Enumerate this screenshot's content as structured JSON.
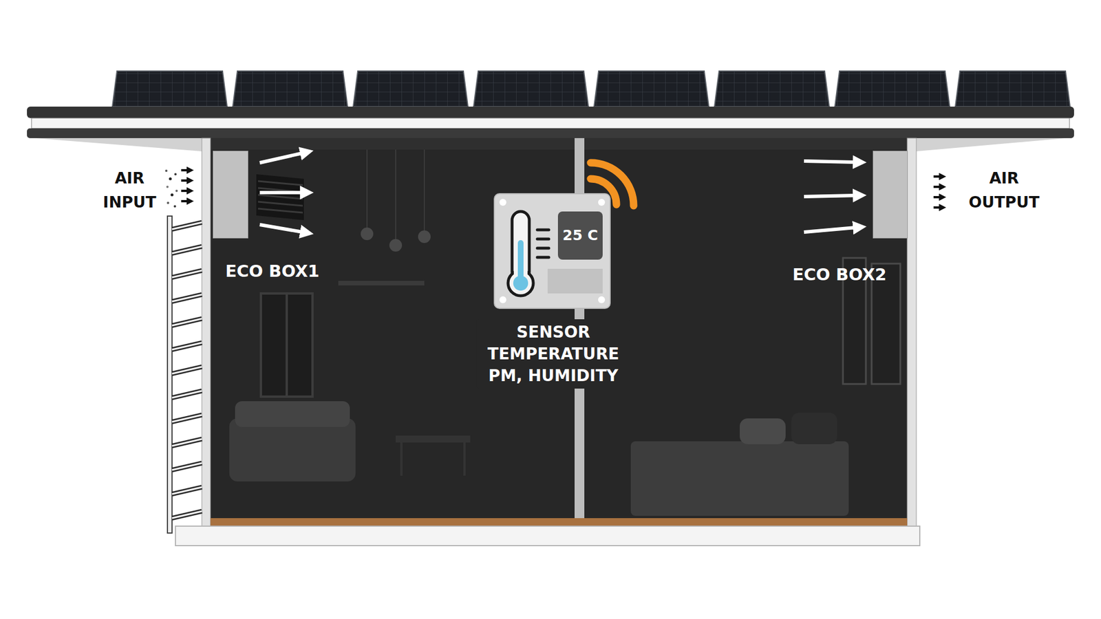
{
  "diagram": {
    "nodes": [
      {
        "text": [
          "ECO BOX1"
        ]
      },
      {
        "text": [
          "SENSOR TEMPERATURE PM, HUMIDITY"
        ]
      },
      {
        "text": [
          "25 C"
        ],
        "in": 1
      },
      {
        "text": [
          "ECO BOX2"
        ]
      }
    ],
    "labels": [
      "AIR INPUT",
      "AIR OUTPUT"
    ]
  }
}
